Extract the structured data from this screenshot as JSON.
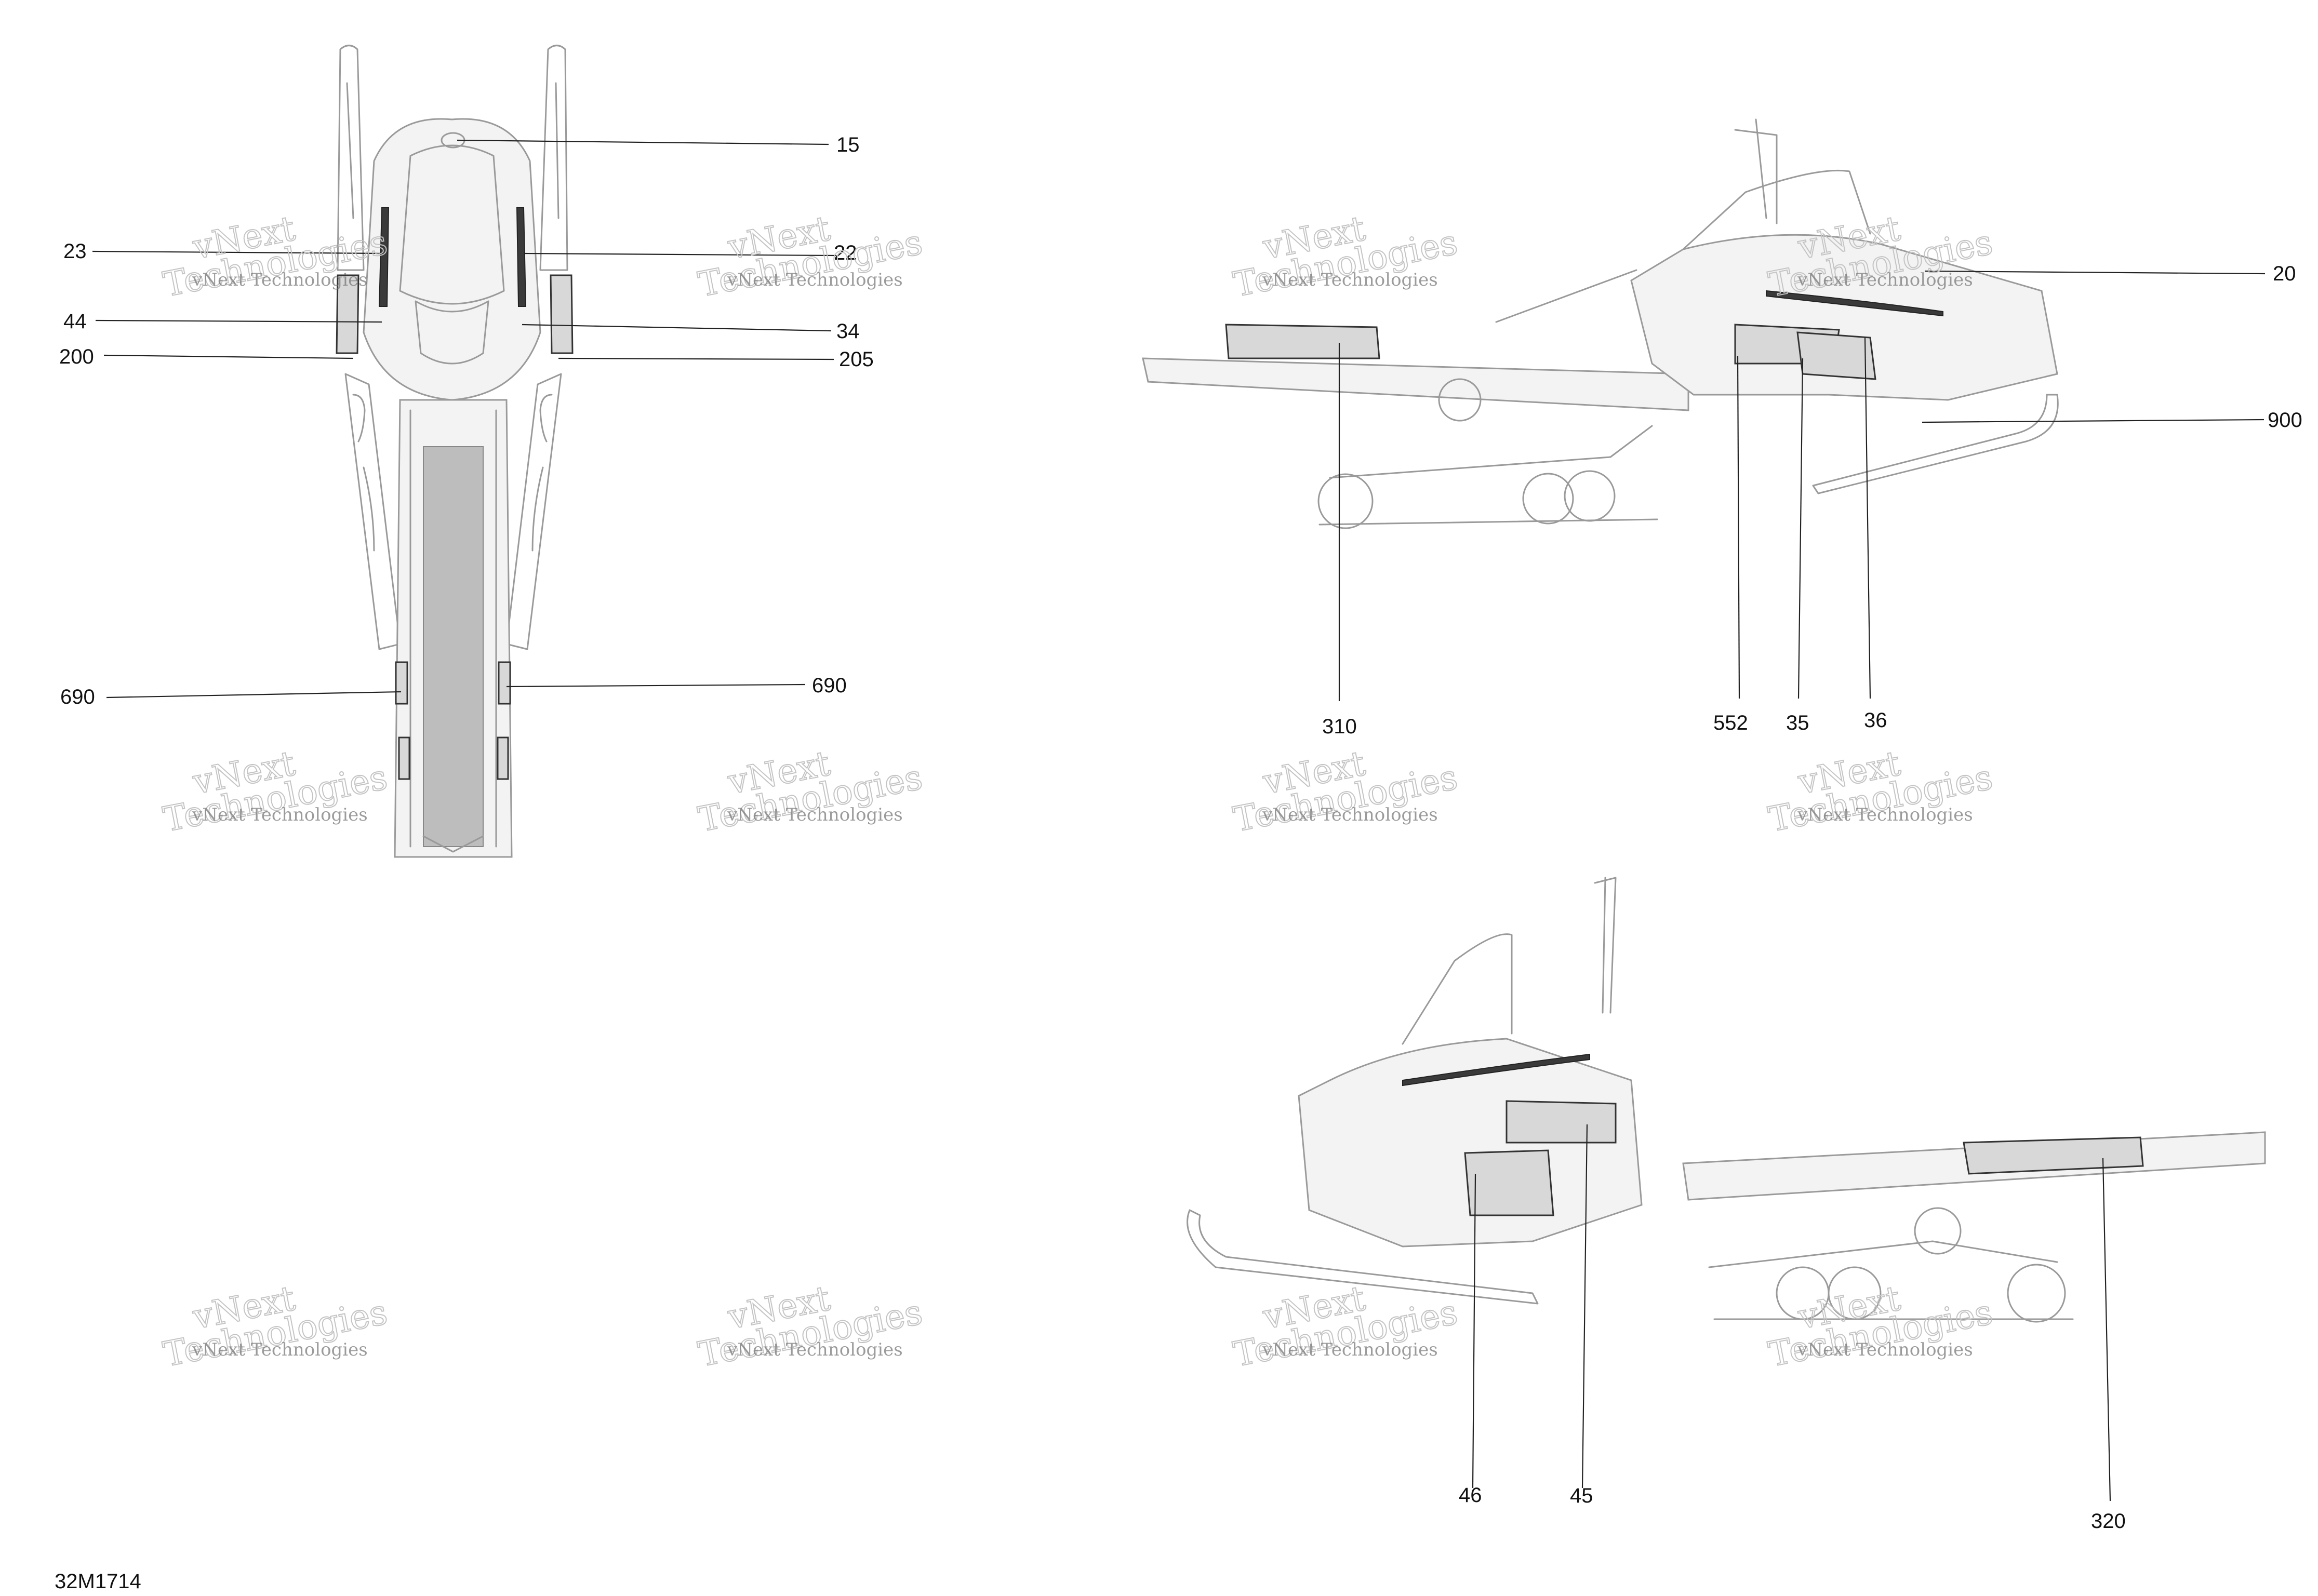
{
  "figure_code": "32M1714",
  "watermark": {
    "line1": "vNext",
    "line2": "Technologies",
    "small": "vNext Technologies"
  },
  "callouts": {
    "c15": "15",
    "c23": "23",
    "c22": "22",
    "c44": "44",
    "c34": "34",
    "c200": "200",
    "c205": "205",
    "c690_left": "690",
    "c690_right": "690",
    "c20": "20",
    "c900": "900",
    "c310": "310",
    "c552": "552",
    "c35": "35",
    "c36": "36",
    "c46": "46",
    "c45": "45",
    "c320": "320"
  },
  "colors": {
    "line": "#222222",
    "outline": "#9a9a9a",
    "watermark": "#b8b8b8"
  }
}
